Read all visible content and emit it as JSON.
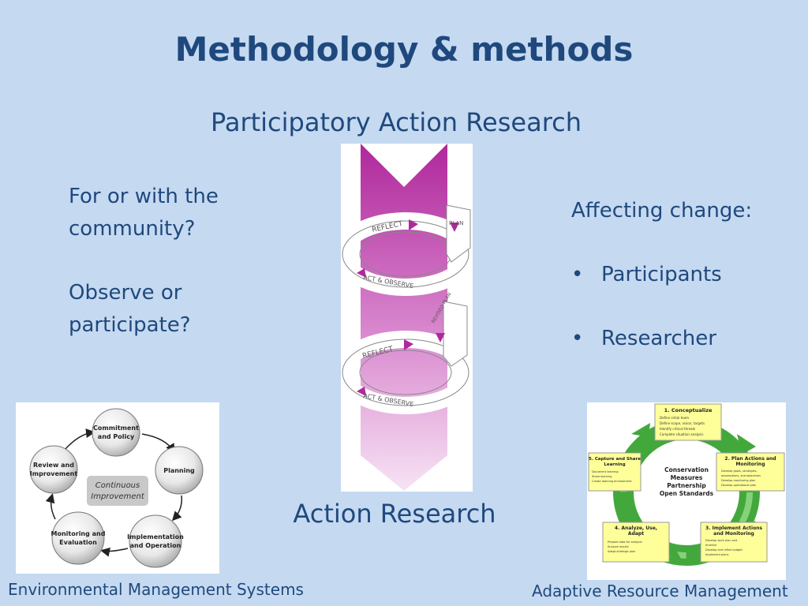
{
  "slide": {
    "title": "Methodology & methods",
    "subtitle": "Participatory Action Research",
    "questions": [
      "For or with the community?",
      "Observe or participate?"
    ],
    "affecting": {
      "heading": "Affecting change:",
      "bullets": [
        "Participants",
        "Researcher"
      ]
    },
    "action_research_label": "Action Research",
    "ems_caption": "Environmental Management Systems",
    "arm_caption": "Adaptive Resource Management"
  },
  "ems_diagram": {
    "center": "Continuous Improvement",
    "nodes": [
      "Commitment and Policy",
      "Planning",
      "Implementation and Operation",
      "Monitoring and Evaluation",
      "Review and Improvement"
    ]
  },
  "ar_diagram": {
    "labels": [
      "REFLECT",
      "PLAN",
      "ACT & OBSERVE",
      "REVISED PLAN",
      "REFLECT",
      "ACT & OBSERVE"
    ]
  },
  "arm_diagram": {
    "center": "Conservation Measures Partnership Open Standards",
    "steps": [
      {
        "title": "1. Conceptualize",
        "items": [
          "Define initial team",
          "Define scope, vision, targets",
          "Identify critical threats",
          "Complete situation analysis"
        ]
      },
      {
        "title": "2. Plan Actions and Monitoring",
        "items": [
          "Develop goals, strategies, assumptions, and objectives",
          "Develop monitoring plan",
          "Develop operational plan"
        ]
      },
      {
        "title": "3. Implement Actions and Monitoring",
        "items": [
          "Develop work plan and timeline",
          "Develop and refine budget",
          "Implement plans"
        ]
      },
      {
        "title": "4. Analyze, Use, Adapt",
        "items": [
          "Prepare data for analysis",
          "Analyze results",
          "Adapt strategic plan"
        ]
      },
      {
        "title": "5. Capture and Share Learning",
        "items": [
          "Document learning",
          "Share learning",
          "Create learning environment"
        ]
      }
    ]
  },
  "colors": {
    "background": "#c5d9f1",
    "text": "#1f497d",
    "magenta": "#b0289c",
    "green": "#3aa335",
    "note_yellow": "#ffff99"
  }
}
